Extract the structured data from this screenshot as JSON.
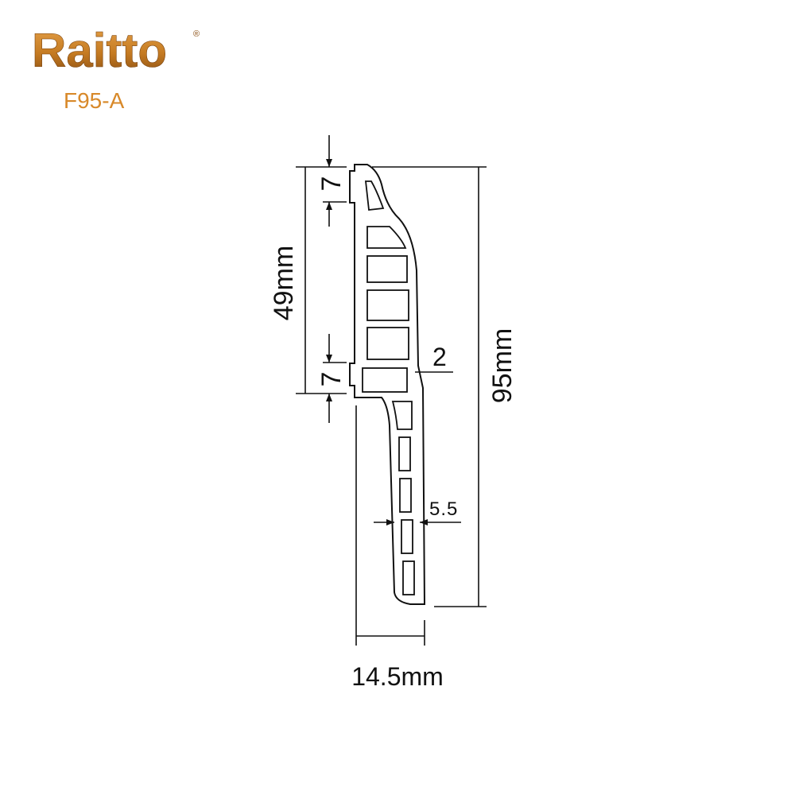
{
  "brand": {
    "name": "Raitto",
    "registered_mark": "®",
    "color": "#c57b22",
    "color_light": "#e6a24a",
    "color_dark": "#8a4e12"
  },
  "model": {
    "code": "F95-A",
    "color": "#d8892a"
  },
  "dimensions": {
    "top_notch": "7",
    "middle_span": "49mm",
    "bottom_notch": "7",
    "total_height": "95mm",
    "wall_thickness": "2",
    "leg_thickness": "5.5",
    "total_width": "14.5mm"
  },
  "colors": {
    "line": "#111111",
    "background": "#ffffff"
  }
}
